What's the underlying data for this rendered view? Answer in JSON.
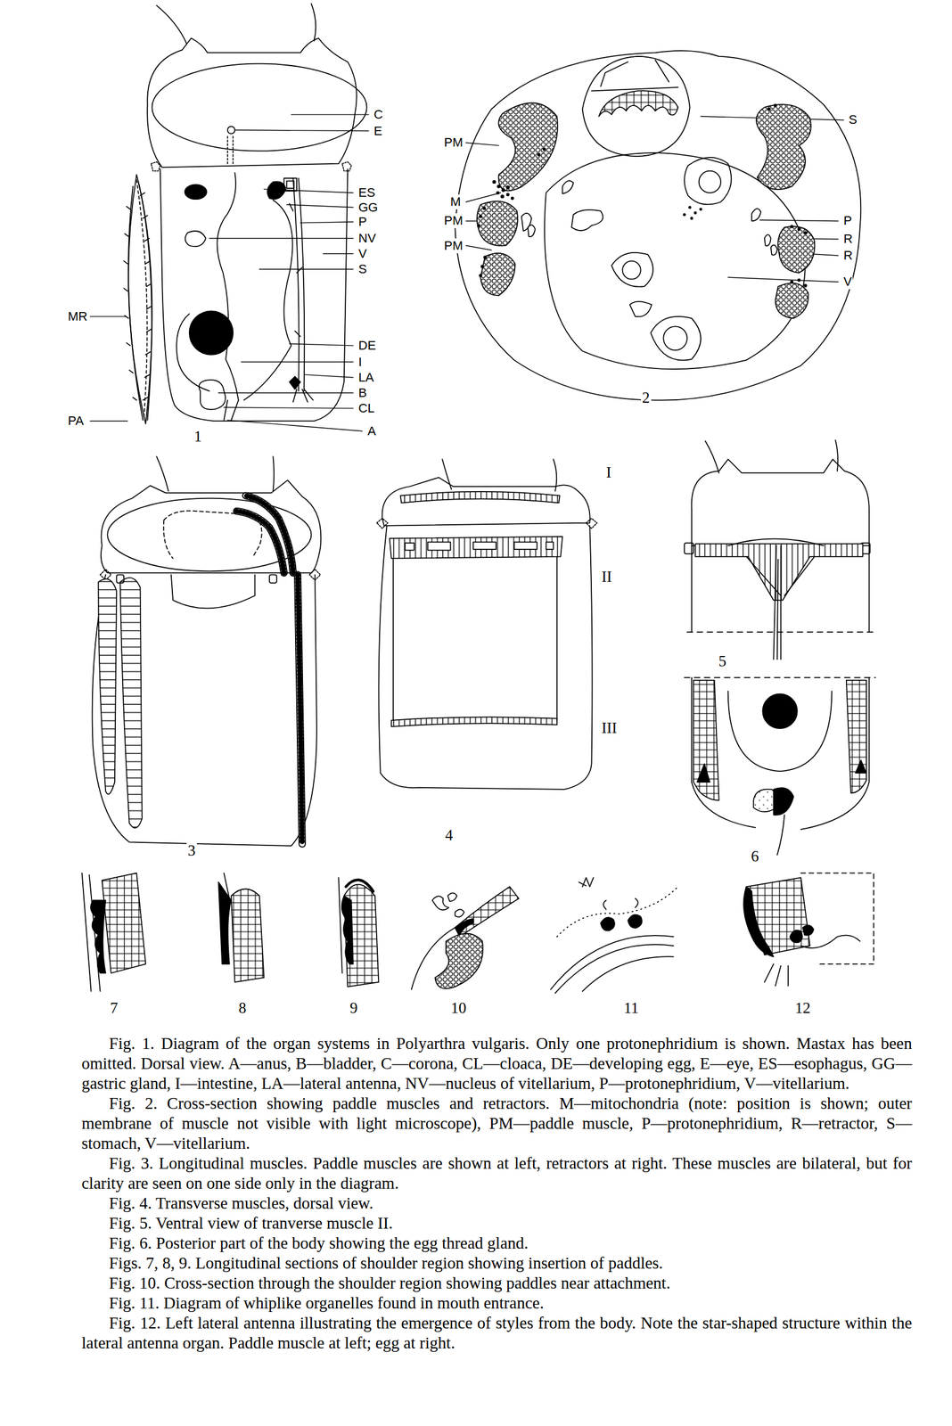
{
  "diagram": {
    "labels": [
      "C",
      "E",
      "ES",
      "GG",
      "P",
      "NV",
      "V",
      "S",
      "MR",
      "DE",
      "I",
      "LA",
      "B",
      "CL",
      "A",
      "PA",
      "1",
      "S",
      "PM",
      "M",
      "P",
      "PM",
      "R",
      "R",
      "PM",
      "V",
      "2",
      "I",
      "II",
      "III",
      "3",
      "4",
      "5",
      "6",
      "7",
      "8",
      "9",
      "10",
      "11",
      "12",
      "Fig. 1. Diagram of the organ systems in Polyarthra vulgaris. Only one protonephridium is shown. Mastax has been omitted. Dorsal view. A—anus, B—bladder, C—corona, CL—cloaca, DE—developing egg, E—eye, ES—esophagus, GG—gastric gland, I—intestine, LA—lateral antenna, NV—nucleus of vitellarium, P—protonephridium, V—vitellarium.",
      "Fig. 2. Cross-section showing paddle muscles and retractors. M—mitochondria (note: position is shown; outer membrane of muscle not visible with light microscope), PM—paddle muscle, P—protonephridium, R—retractor, S—stomach, V—vitellarium.",
      "Fig. 3. Longitudinal muscles. Paddle muscles are shown at left, retractors at right. These muscles are bilateral, but for clarity are seen on one side only in the diagram.",
      "Fig. 4. Transverse muscles, dorsal view.",
      "Fig. 5. Ventral view of tranverse muscle II.",
      "Fig. 6. Posterior part of the body showing the egg thread gland.",
      "Figs. 7, 8, 9. Longitudinal sections of shoulder region showing insertion of paddles.",
      "Fig. 10. Cross-section through the shoulder region showing paddles near attachment.",
      "Fig. 11. Diagram of whiplike organelles found in mouth entrance.",
      "Fig. 12. Left lateral antenna illustrating the emergence of styles from the body. Note the star-shaped structure within the lateral antenna organ. Paddle muscle at left; egg at right."
    ]
  }
}
